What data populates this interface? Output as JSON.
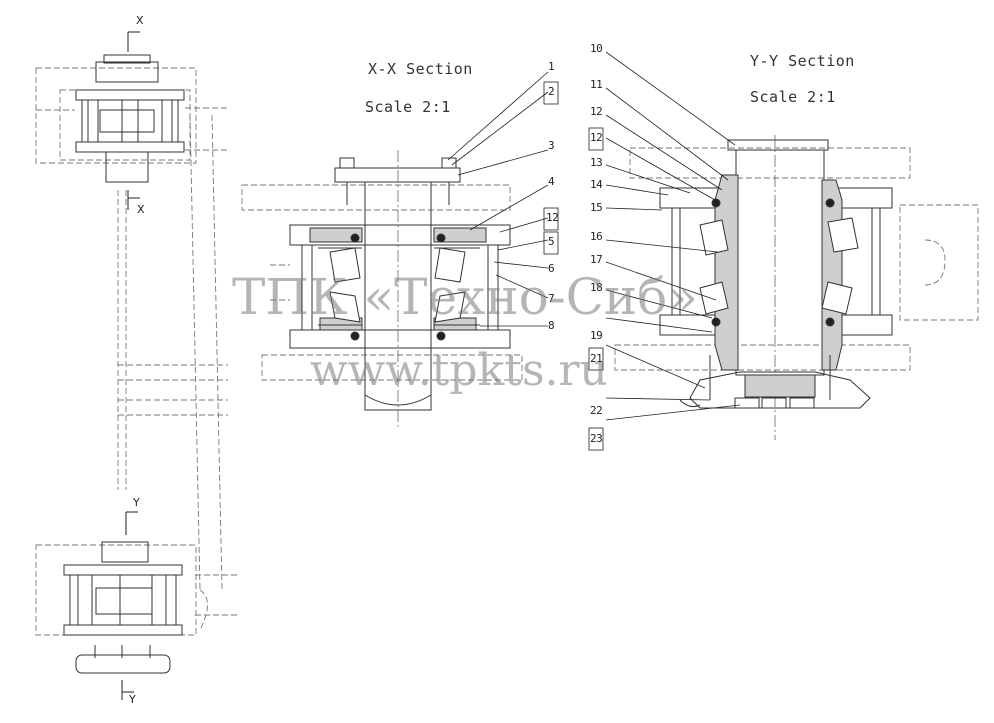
{
  "sections": {
    "xx": {
      "title": "X-X Section",
      "scale": "Scale 2:1"
    },
    "yy": {
      "title": "Y-Y Section",
      "scale": "Scale 2:1"
    }
  },
  "axis_labels": {
    "x_top": "X",
    "x_bottom": "X",
    "y_top": "Y",
    "y_bottom": "Y"
  },
  "callouts_xx": [
    "1",
    "2",
    "3",
    "4",
    "12",
    "5",
    "6",
    "7",
    "8"
  ],
  "callouts_yy": [
    "10",
    "11",
    "12",
    "12",
    "13",
    "14",
    "15",
    "16",
    "17",
    "18",
    "19",
    "21",
    "22",
    "23"
  ],
  "watermark": {
    "line1": "ТПК «Техно-Сиб»",
    "line2": "www.tpkts.ru"
  }
}
